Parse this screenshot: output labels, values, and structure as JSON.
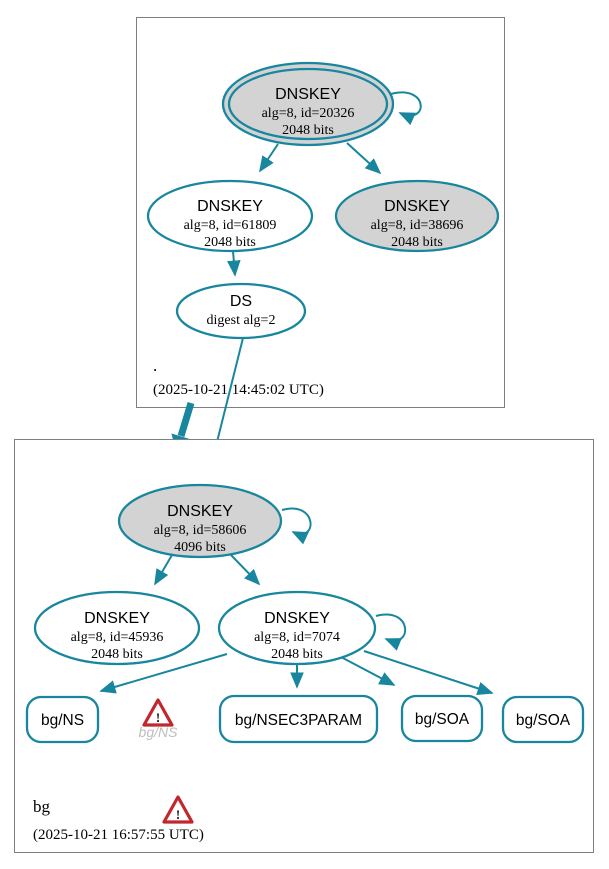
{
  "colors": {
    "secure_edge": "#17869E",
    "node_border": "#17869E",
    "ksk_fill": "#d3d3d3",
    "node_fill": "#ffffff",
    "zone_box_border": "#7f7f7f",
    "warning": "#C1272D",
    "ghost_text": "#bdbdbd",
    "text": "#000000"
  },
  "icons": {
    "warning_triangle": "⚠",
    "warning_bang": "!"
  },
  "zones": [
    {
      "label": ".",
      "timestamp": "(2025-10-21 14:45:02 UTC)",
      "ksk": {
        "title": "DNSKEY",
        "detail": "alg=8, id=20326",
        "size": "2048 bits"
      },
      "zsk1": {
        "title": "DNSKEY",
        "detail": "alg=8, id=61809",
        "size": "2048 bits"
      },
      "zsk2": {
        "title": "DNSKEY",
        "detail": "alg=8, id=38696",
        "size": "2048 bits"
      },
      "ds": {
        "title": "DS",
        "detail": "digest alg=2"
      }
    },
    {
      "label": "bg",
      "timestamp": "(2025-10-21 16:57:55 UTC)",
      "has_zone_warning": true,
      "ksk": {
        "title": "DNSKEY",
        "detail": "alg=8, id=58606",
        "size": "4096 bits"
      },
      "zsk1": {
        "title": "DNSKEY",
        "detail": "alg=8, id=45936",
        "size": "2048 bits"
      },
      "zsk2": {
        "title": "DNSKEY",
        "detail": "alg=8, id=7074",
        "size": "2048 bits"
      },
      "rrsets": [
        {
          "label": "bg/NS",
          "status": "secure"
        },
        {
          "label": "bg/NS",
          "status": "warning"
        },
        {
          "label": "bg/NSEC3PARAM",
          "status": "secure"
        },
        {
          "label": "bg/SOA",
          "status": "secure"
        },
        {
          "label": "bg/SOA",
          "status": "secure"
        }
      ]
    }
  ]
}
